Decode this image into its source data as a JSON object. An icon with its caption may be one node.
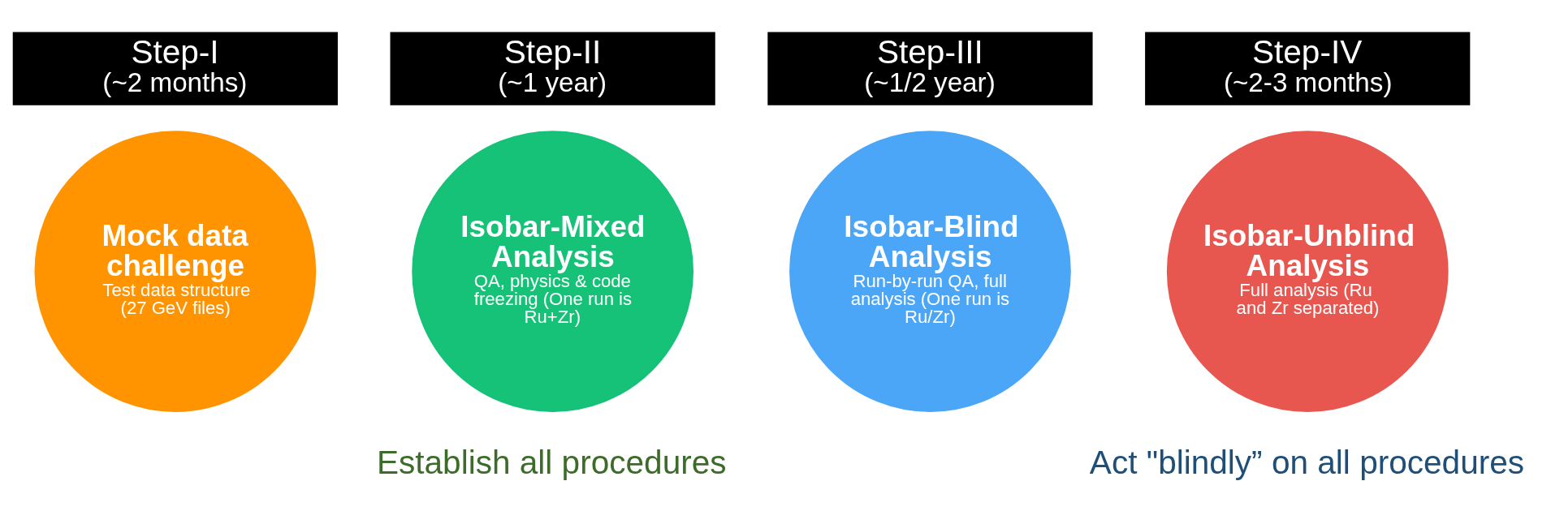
{
  "diagram": {
    "nodes": [
      {
        "text": [
          "Mock data challenge",
          "Test data structure (27 GeV files)"
        ],
        "beside": [
          "Step-I",
          "(~2 months)"
        ]
      },
      {
        "text": [
          "Isobar-Mixed Analysis",
          "QA, physics & code freezing (One run is Ru+Zr)"
        ],
        "beside": [
          "Step-II",
          "(~1 year)"
        ]
      },
      {
        "text": [
          "Isobar-Blind Analysis",
          "Run-by-run QA, full analysis (One run is Ru/Zr)"
        ],
        "beside": [
          "Step-III",
          "(~1/2 year)"
        ]
      },
      {
        "text": [
          "Isobar-Unblind Analysis",
          "Full analysis (Ru and Zr separated)"
        ],
        "beside": [
          "Step-IV",
          "(~2-3 months)"
        ]
      }
    ],
    "labels": [
      "Establish all procedures",
      "Act \"blindly” on all procedures"
    ]
  }
}
